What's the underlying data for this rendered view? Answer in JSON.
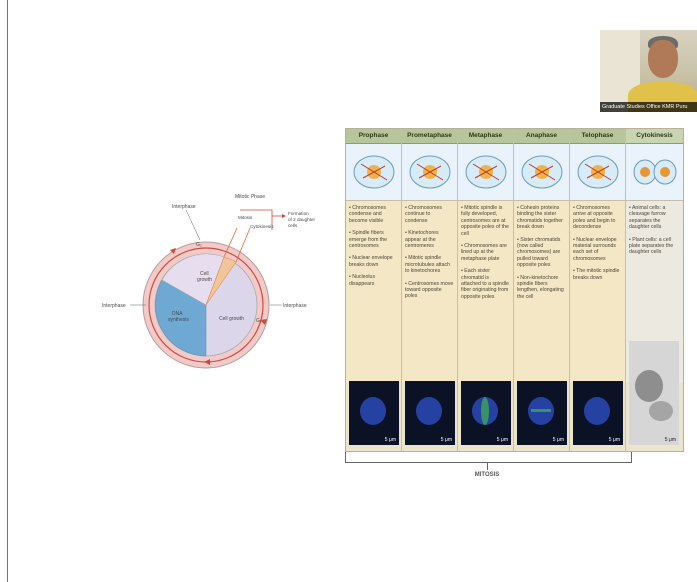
{
  "webcam": {
    "caption": "Graduate Studies Office KMR Puru"
  },
  "cycle": {
    "phases": {
      "interphase_top": "Interphase",
      "interphase_left": "Interphase",
      "interphase_right": "Interphase",
      "mitotic_phase": "Mitotic Phase",
      "mitosis": "Mitosis",
      "cytokinesis": "Cytokinesis",
      "formation_l1": "Formation",
      "formation_l2": "of 2 daughter",
      "formation_l3": "cells",
      "g1": "G₁",
      "g2": "G₂",
      "s_l1": "DNA",
      "s_l2": "synthesis",
      "cell_growth_l1": "Cell",
      "cell_growth_l2": "growth",
      "cell_growth_right": "Cell growth"
    },
    "colors": {
      "s_phase": "#6ea9d3",
      "g2_phase": "#e3d8ee",
      "g1_phase": "#dcd6ea",
      "outer": "#f1cbc9",
      "m_phase": "#f3c59b"
    }
  },
  "table": {
    "columns": [
      {
        "name": "Prophase",
        "bullets": [
          "• Chromosomes condense and become visible",
          "• Spindle fibers emerge from the centrosomes",
          "• Nuclear envelope breaks down",
          "• Nucleolus disappears"
        ],
        "scale": "5 μm"
      },
      {
        "name": "Prometaphase",
        "bullets": [
          "• Chromosomes continue to condense",
          "• Kinetochores appear at the centromeres",
          "• Mitotic spindle microtubules attach to kinetochores",
          "• Centrosomes move toward opposite poles"
        ],
        "scale": "5 μm"
      },
      {
        "name": "Metaphase",
        "bullets": [
          "• Mitotic spindle is fully developed, centrosomes are at opposite poles of the cell",
          "• Chromosomes are lined up at the metaphase plate",
          "• Each sister chromatid is attached to a spindle fiber originating from opposite poles"
        ],
        "scale": "5 μm"
      },
      {
        "name": "Anaphase",
        "bullets": [
          "• Cohesin proteins binding the sister chromatids together break down",
          "• Sister chromatids (now called chromosomes) are pulled toward opposite poles",
          "• Non-kinetochore spindle fibers lengthen, elongating the cell"
        ],
        "scale": "5 μm"
      },
      {
        "name": "Telophase",
        "bullets": [
          "• Chromosomes arrive at opposite poles and begin to decondense",
          "• Nuclear envelope material surrounds each set of chromosomes",
          "• The mitotic spindle breaks down"
        ],
        "scale": "5 μm"
      },
      {
        "name": "Cytokinesis",
        "bullets": [
          "• Animal cells: a cleavage furrow separates the daughter cells",
          "• Plant cells: a cell plate separates the daughter cells"
        ],
        "scale": "5 μm"
      }
    ],
    "bracket_label": "MITOSIS"
  }
}
